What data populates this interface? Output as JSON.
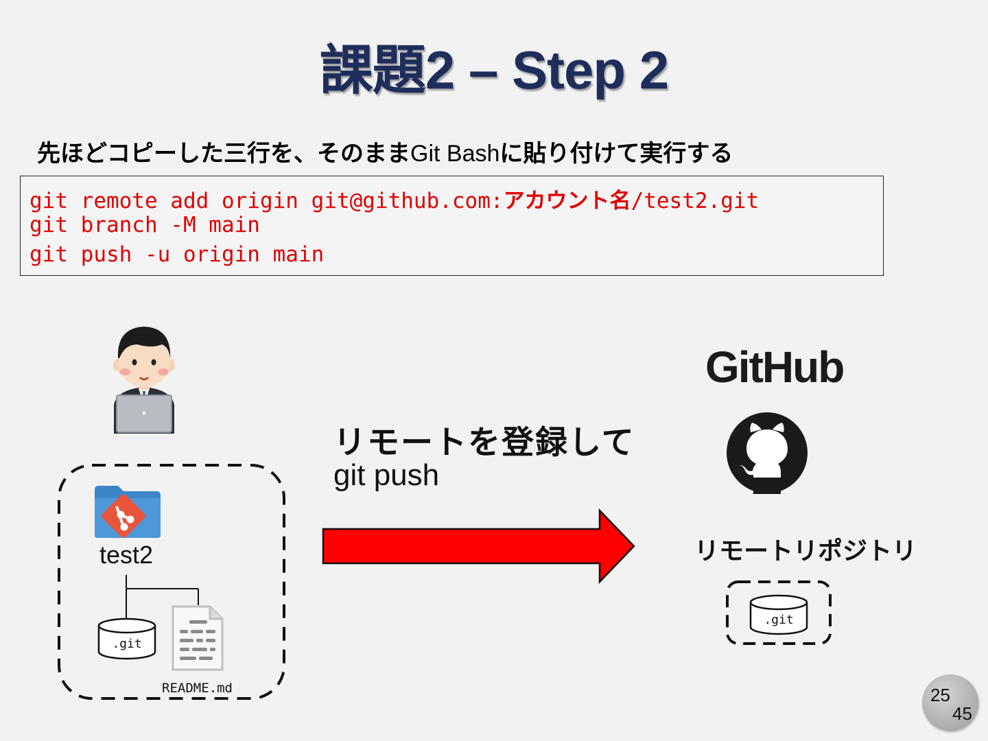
{
  "slide": {
    "title": "課題2 – Step 2",
    "instruction_pre": "先ほどコピーした三行を、そのまま",
    "instruction_eng": "Git Bash",
    "instruction_post": "に貼り付けて実行する"
  },
  "code": {
    "line1_prefix": "git remote add origin git@github.com:",
    "line1_account": "アカウント名",
    "line1_suffix": "/test2.git",
    "line2": "git branch -M main",
    "line3": "git push -u origin main"
  },
  "diagram": {
    "push_heading": "リモートを登録して",
    "push_command": "git push",
    "local_folder_name": "test2",
    "local_git_label": ".git",
    "readme_label": "README.md",
    "github_wordmark": "GitHub",
    "remote_repo_label": "リモートリポジトリ",
    "remote_git_label": ".git",
    "arrow_color": "#ff0000"
  },
  "pagination": {
    "current": "25",
    "total": "45"
  }
}
